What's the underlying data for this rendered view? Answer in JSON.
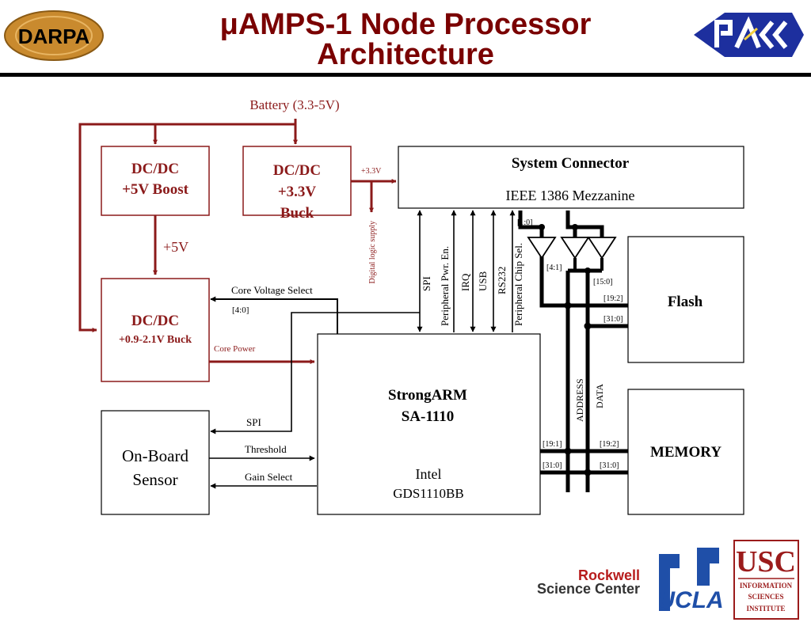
{
  "title": {
    "line1": "μAMPS-1 Node Processor",
    "line2": "Architecture"
  },
  "logos": {
    "darpa": "DARPA",
    "rockwell_line1": "Rockwell",
    "rockwell_line2": "Science Center",
    "ucla": "UCLA",
    "usc": "USC",
    "isi_line1": "INFORMATION",
    "isi_line2": "SCIENCES",
    "isi_line3": "INSTITUTE"
  },
  "colors": {
    "power": "#8b1a1a",
    "signal": "#000000"
  },
  "battery": "Battery (3.3-5V)",
  "boost": {
    "line1": "DC/DC",
    "line2": "+5V Boost"
  },
  "buck33": {
    "line1": "DC/DC",
    "line2": "+3.3V",
    "line3": "Buck"
  },
  "plus5v": "+5V",
  "plus33v": "+3.3V",
  "digital_logic": "Digital logic supply",
  "core_buck": {
    "line1": "DC/DC",
    "line2": "+0.9-2.1V Buck"
  },
  "core_power": "Core Power",
  "core_voltage_select": "Core Voltage Select",
  "bits_4_0": "[4:0]",
  "system_connector": {
    "title": "System Connector",
    "subtitle": "IEEE 1386 Mezzanine"
  },
  "connector_signals": [
    "SPI",
    "Peripheral Pwr. En.",
    "IRQ",
    "USB",
    "RS232",
    "Peripheral Chip Sel."
  ],
  "bits": {
    "b1_0": "[1:0]",
    "b4_1": "[4:1]",
    "b15_0": "[15:0]",
    "b19_2_flash": "[19:2]",
    "b31_0_flash": "[31:0]",
    "b19_1": "[19:1]",
    "b31_0_cpu": "[31:0]",
    "b19_2_mem": "[19:2]",
    "b31_0_mem": "[31:0]"
  },
  "bus": {
    "address": "ADDRESS",
    "data": "DATA"
  },
  "cpu": {
    "line1": "StrongARM",
    "line2": "SA-1110",
    "line3": "Intel",
    "line4": "GDS1110BB"
  },
  "flash": "Flash",
  "memory": "MEMORY",
  "sensor": {
    "line1": "On-Board",
    "line2": "Sensor"
  },
  "sensor_signals": {
    "spi": "SPI",
    "threshold": "Threshold",
    "gain": "Gain Select"
  }
}
